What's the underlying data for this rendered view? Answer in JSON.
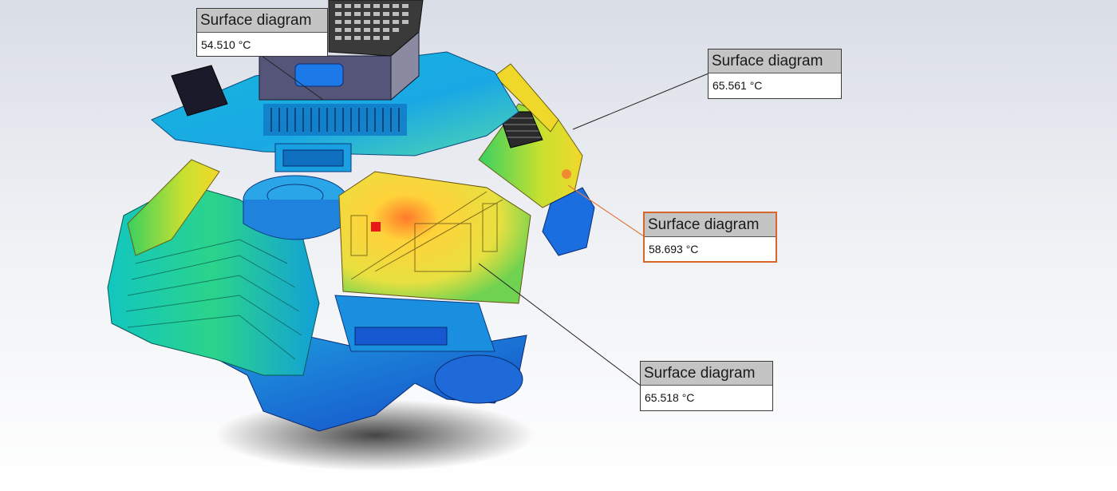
{
  "probes": [
    {
      "title": "Surface diagram",
      "value": "54.510 °C"
    },
    {
      "title": "Surface diagram",
      "value": "65.561 °C"
    },
    {
      "title": "Surface diagram",
      "value": "58.693 °C"
    },
    {
      "title": "Surface diagram",
      "value": "65.518 °C"
    }
  ],
  "colors": {
    "leader": "#222222",
    "active_leader": "#e07840",
    "active_border": "#d8652b"
  }
}
